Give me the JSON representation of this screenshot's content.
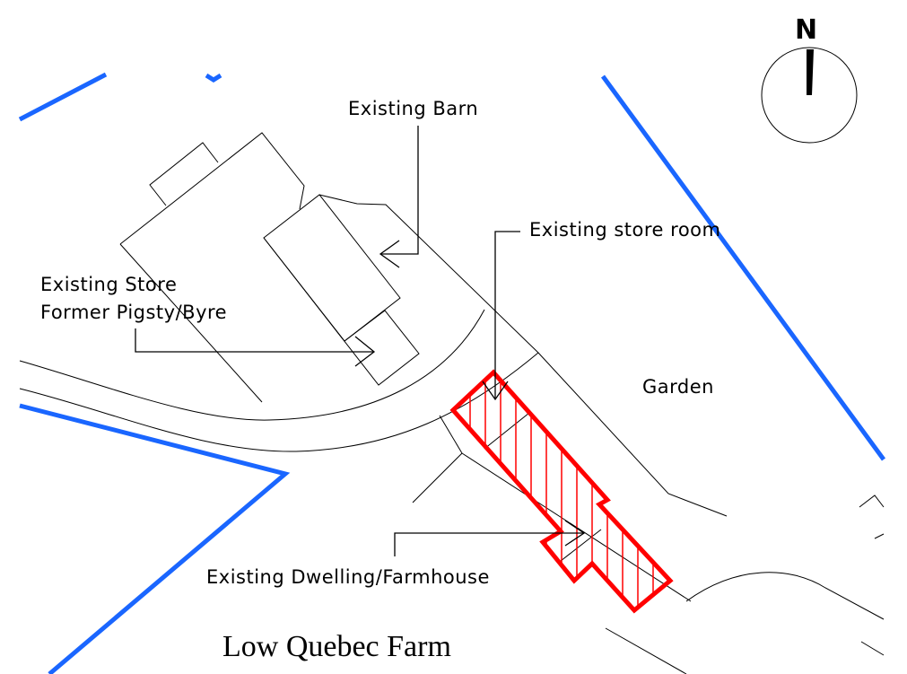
{
  "title": "Low Quebec Farm",
  "north_label": "N",
  "labels": {
    "barn": "Existing Barn",
    "store_room": "Existing store room",
    "store_line1": "Existing Store",
    "store_line2": "Former Pigsty/Byre",
    "garden": "Garden",
    "dwelling": "Existing Dwelling/Farmhouse"
  },
  "colors": {
    "boundary": "#1a66ff",
    "highlight": "#ff0000",
    "linework": "#000000"
  }
}
